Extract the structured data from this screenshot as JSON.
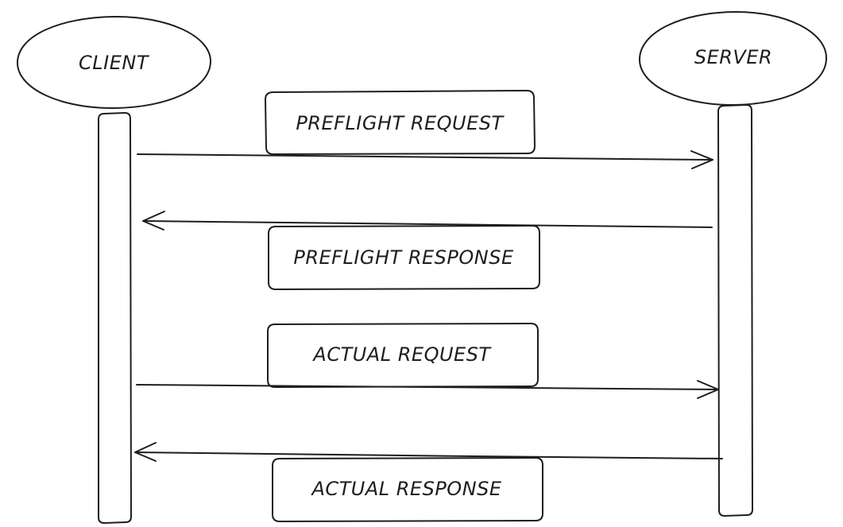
{
  "participants": {
    "client": {
      "label": "CLIENT"
    },
    "server": {
      "label": "SERVER"
    }
  },
  "messages": [
    {
      "label": "PREFLIGHT REQUEST",
      "direction": "client-to-server"
    },
    {
      "label": "PREFLIGHT RESPONSE",
      "direction": "server-to-client"
    },
    {
      "label": "ACTUAL REQUEST",
      "direction": "client-to-server"
    },
    {
      "label": "ACTUAL RESPONSE",
      "direction": "server-to-client"
    }
  ],
  "colors": {
    "stroke": "#1e1e1e",
    "background": "#ffffff"
  }
}
